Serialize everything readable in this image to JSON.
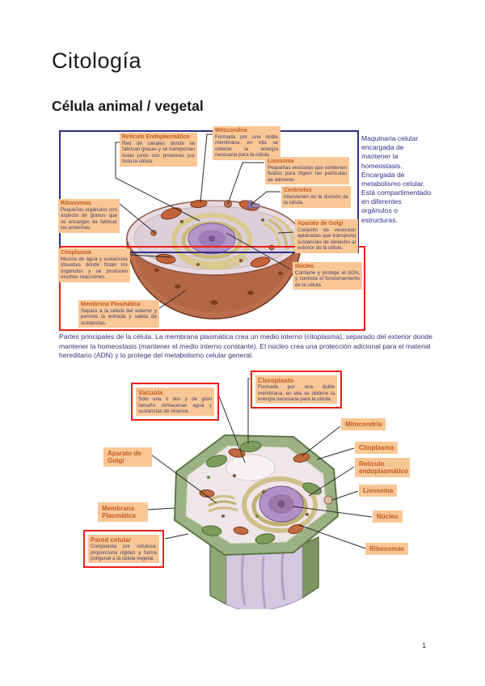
{
  "page": {
    "title": "Citología",
    "subtitle": "Célula animal / vegetal",
    "page_number": "1"
  },
  "colors": {
    "label_background": "#f9c795",
    "label_title": "#c05a1e",
    "label_body_text": "#3f3f6e",
    "region_outline_blue": "#2d2f86",
    "region_outline_red": "#ed1c16",
    "note_text_blue": "#2d2f86"
  },
  "animal": {
    "labels": [
      {
        "title": "Retículo Endoplasmático",
        "body": "Red de canales donde se fabrican grasas y se transportan éstas junto con proteínas por toda la célula."
      },
      {
        "title": "Mitocondria",
        "body": "Formada por una doble membrana, en ella se obtiene la energía necesaria para la célula."
      },
      {
        "title": "Lisosoma",
        "body": "Pequeñas vesículas que contienen fluidos para digerir las partículas de alimento."
      },
      {
        "title": "Centriolos",
        "body": "Intervienen en la división de la célula."
      },
      {
        "title": "Aparato de Golgi",
        "body": "Conjunto de vesículas aplanadas que transporta sustancias de desecho al exterior de la célula."
      },
      {
        "title": "Núcleo",
        "body": "Contiene y protege el ADN, y controla el funcionamiento de la célula."
      },
      {
        "title": "Ribosomas",
        "body": "Pequeños orgánulos con aspecto de granos que se encargan de fabricar las proteínas."
      },
      {
        "title": "Citoplasma",
        "body": "Mezcla de agua y sustancias disueltas donde flotan los orgánulos y se producen muchas reacciones."
      },
      {
        "title": "Membrana Plasmática",
        "body": "Separa a la célula del exterior y permite la entrada y salida de sustancias."
      }
    ],
    "side_note": "Maquinaria celular encargada de mantener la homeostasis. Encargada de metabolismo celular. Está compartimentado en diferentes orgánulos o estructuras.",
    "caption": "Partes principales de la célula. La membrana plasmática crea un medio interno (citoplasma), separado del exterior donde mantener la homeostasis (mantener el medio interno constante). El núcleo crea una protección adicional para el material hereditario (ADN) y lo protege del metabolismo celular general."
  },
  "plant": {
    "labels": [
      {
        "title": "Vacuola",
        "body": "Sólo una o dos y de gran tamaño. Almacenan agua y sustancias de reserva."
      },
      {
        "title": "Cloroplasto",
        "body": "Formada por una doble membrana, en ella se obtiene la energía necesaria para la célula."
      },
      {
        "title": "Aparato de Golgi"
      },
      {
        "title": "Membrana Plasmática"
      },
      {
        "title": "Pared celular",
        "body": "Compuesta por celulosa, proporciona rigidez y forma poligonal a la célula vegetal."
      },
      {
        "title": "Mitocondria"
      },
      {
        "title": "Citoplasma"
      },
      {
        "title": "Retículo endoplasmático"
      },
      {
        "title": "Lisosoma"
      },
      {
        "title": "Núcleo"
      },
      {
        "title": "Ribosomas"
      }
    ]
  }
}
